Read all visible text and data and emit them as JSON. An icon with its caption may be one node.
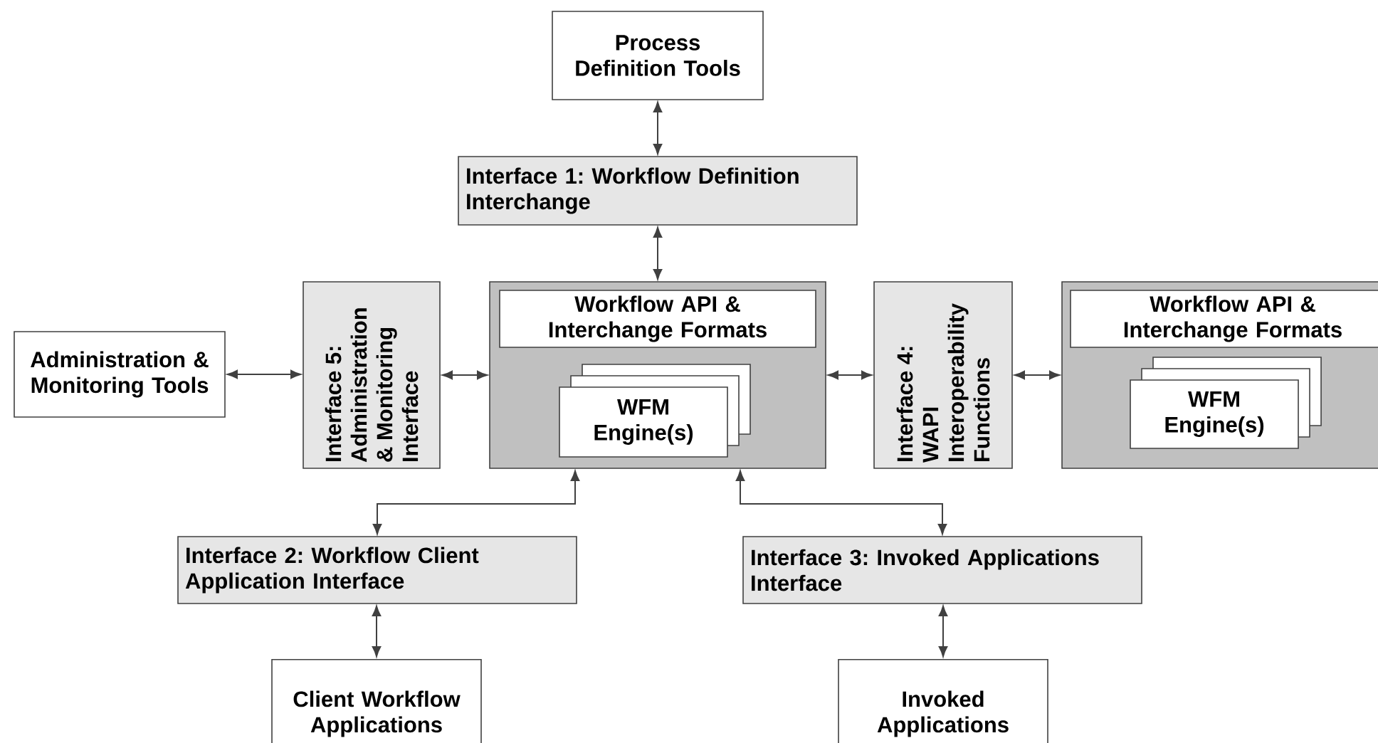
{
  "diagram": {
    "nodes": [
      {
        "text": [
          "Process Definition Tools"
        ]
      },
      {
        "text": [
          "Interface 1: Workflow Definition Interchange"
        ]
      },
      {
        "text": [
          "Administration & Monitoring Tools"
        ]
      },
      {
        "text": [
          "Interface 5: Administration & Monitoring Interface"
        ]
      },
      {
        "text": [],
        "shape": "box"
      },
      {
        "text": [
          "Workflow API & Interchange Formats"
        ],
        "in": 4
      },
      {
        "text": [
          "WFM Engine(s)"
        ],
        "in": 4
      },
      {
        "text": [
          "Interface 4: WAPI Interoperability Functions"
        ]
      },
      {
        "text": [],
        "shape": "box"
      },
      {
        "text": [
          "Workflow API & Interchange Formats"
        ],
        "in": 8
      },
      {
        "text": [
          "WFM Engine(s)"
        ],
        "in": 8
      },
      {
        "text": [
          "Interface 2: Workflow Client Application Interface"
        ]
      },
      {
        "text": [
          "Interface 3: Invoked Applications Interface"
        ]
      },
      {
        "text": [
          "Client Workflow Applications"
        ]
      },
      {
        "text": [
          "Invoked Applications"
        ]
      }
    ],
    "edges": [
      {
        "from": 0,
        "to": 1,
        "arrow": "both"
      },
      {
        "from": 1,
        "to": 4,
        "arrow": "both"
      },
      {
        "from": 2,
        "to": 3,
        "arrow": "both"
      },
      {
        "from": 3,
        "to": 4,
        "arrow": "both"
      },
      {
        "from": 4,
        "to": 7,
        "arrow": "both"
      },
      {
        "from": 7,
        "to": 8,
        "arrow": "both"
      },
      {
        "from": 4,
        "to": 11,
        "arrow": "both"
      },
      {
        "from": 4,
        "to": 12,
        "arrow": "both"
      },
      {
        "from": 11,
        "to": 13,
        "arrow": "both"
      },
      {
        "from": 12,
        "to": 14,
        "arrow": "both"
      }
    ]
  }
}
